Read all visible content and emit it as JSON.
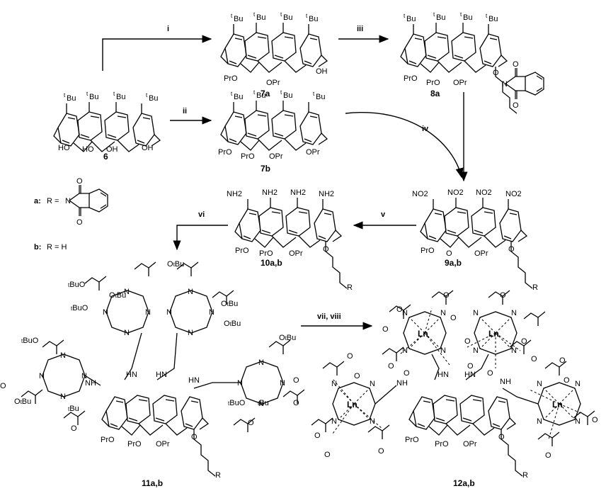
{
  "steps": {
    "i": "i",
    "ii": "ii",
    "iii": "iii",
    "iv": "iv",
    "v": "v",
    "vi": "vi",
    "vii_viii": "vii, viii"
  },
  "compounds": {
    "c6": "6",
    "c7a": "7a",
    "c7b": "7b",
    "c8a": "8a",
    "c9ab": "9a,b",
    "c10ab": "10a,b",
    "c11ab": "11a,b",
    "c12ab": "12a,b"
  },
  "legend": {
    "a_label": "a:",
    "a_r": "R =",
    "b_label": "b:",
    "b_r": "R = H"
  },
  "groups": {
    "t": "t",
    "bu": "Bu",
    "pro": "PrO",
    "opr": "OPr",
    "oh": "OH",
    "ho": "HO",
    "nh2": "NH2",
    "no2": "NO2",
    "r": "R",
    "n": "N",
    "o": "O",
    "nh": "NH",
    "hn": "HN",
    "ln": "Ln",
    "otbu": "O",
    "obu": "O"
  }
}
